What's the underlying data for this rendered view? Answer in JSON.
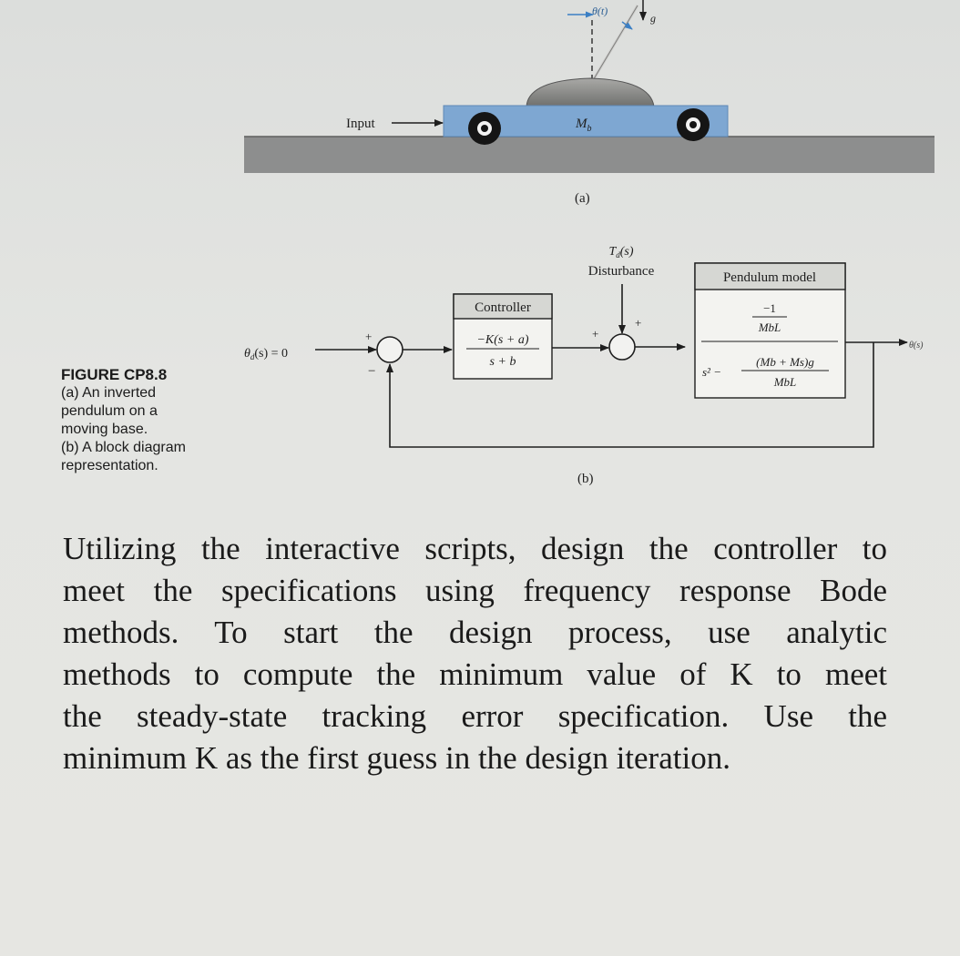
{
  "figure": {
    "part_a": {
      "input_label": "Input",
      "mass_label": "M",
      "mass_subscript": "b",
      "angle_label": "θ(t)",
      "gravity_label": "g",
      "sublabel": "(a)"
    },
    "part_b": {
      "reference_label": "θd(s) = 0",
      "reference_symbol": "θ",
      "reference_subscript": "d",
      "reference_rest": "(s) = 0",
      "controller_title": "Controller",
      "controller_numerator": "−K(s + a)",
      "controller_denominator": "s + b",
      "disturbance_symbol": "T",
      "disturbance_subscript": "d",
      "disturbance_rest": "(s)",
      "disturbance_label": "Disturbance",
      "plant_title": "Pendulum model",
      "plant_num_top": "−1",
      "plant_num_bottom": "MbL",
      "plant_den_prefix": "s² −",
      "plant_den_num": "(Mb + Ms)g",
      "plant_den_den": "MbL",
      "output_label": "θ(s)",
      "sum1_plus": "+",
      "sum1_minus": "−",
      "sum2_plus_left": "+",
      "sum2_plus_top": "+",
      "sublabel": "(b)"
    },
    "caption": {
      "title": "FIGURE CP8.8",
      "lines": [
        "(a) An inverted",
        "pendulum on a",
        "moving base.",
        "(b) A block diagram",
        "representation."
      ]
    }
  },
  "body_text": {
    "lines": [
      "Utilizing the interactive scripts, design the controller to",
      "meet the specifications using frequency response Bode",
      "methods. To start the design process, use analytic",
      "methods to compute the minimum value of K to meet",
      "the steady-state tracking error specification. Use the",
      "minimum K as the first guess in the design iteration."
    ]
  },
  "colors": {
    "page_background": "#e4e5e2",
    "cart_blue": "#7ea7d2",
    "ground_gray": "#8d8e8e",
    "ink": "#1e1e1e",
    "pendulum_arrow_blue": "#3b7fc4"
  }
}
